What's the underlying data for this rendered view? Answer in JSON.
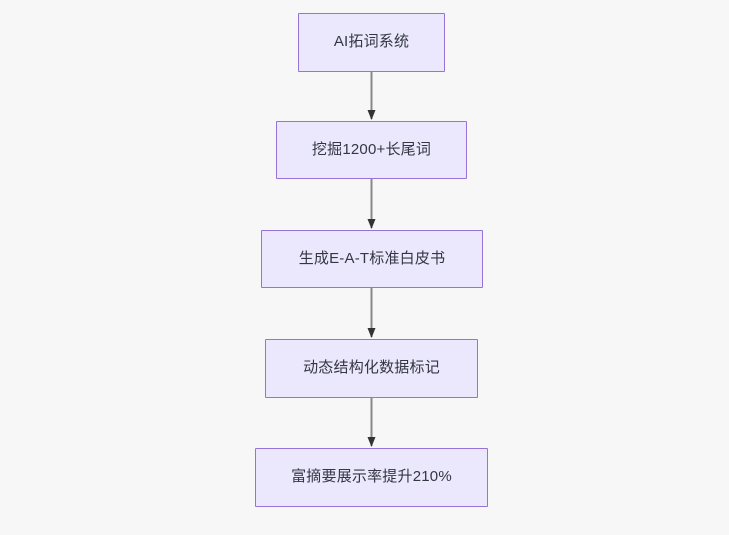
{
  "diagram": {
    "type": "flowchart",
    "direction": "top-to-bottom",
    "background_color": "#f7f7f8",
    "node_fill_color": "#ebe7fc",
    "node_border_color": "#9673d6",
    "node_text_color": "#333742",
    "edge_color": "#888888",
    "arrowhead_color": "#333333",
    "nodes": [
      {
        "id": "n0",
        "label": "AI拓词系统"
      },
      {
        "id": "n1",
        "label": "挖掘1200+长尾词"
      },
      {
        "id": "n2",
        "label": "生成E-A-T标准白皮书"
      },
      {
        "id": "n3",
        "label": "动态结构化数据标记"
      },
      {
        "id": "n4",
        "label": "富摘要展示率提升210%"
      }
    ],
    "edges": [
      {
        "from": "n0",
        "to": "n1",
        "label": ""
      },
      {
        "from": "n1",
        "to": "n2",
        "label": ""
      },
      {
        "from": "n2",
        "to": "n3",
        "label": ""
      },
      {
        "from": "n3",
        "to": "n4",
        "label": ""
      }
    ]
  }
}
